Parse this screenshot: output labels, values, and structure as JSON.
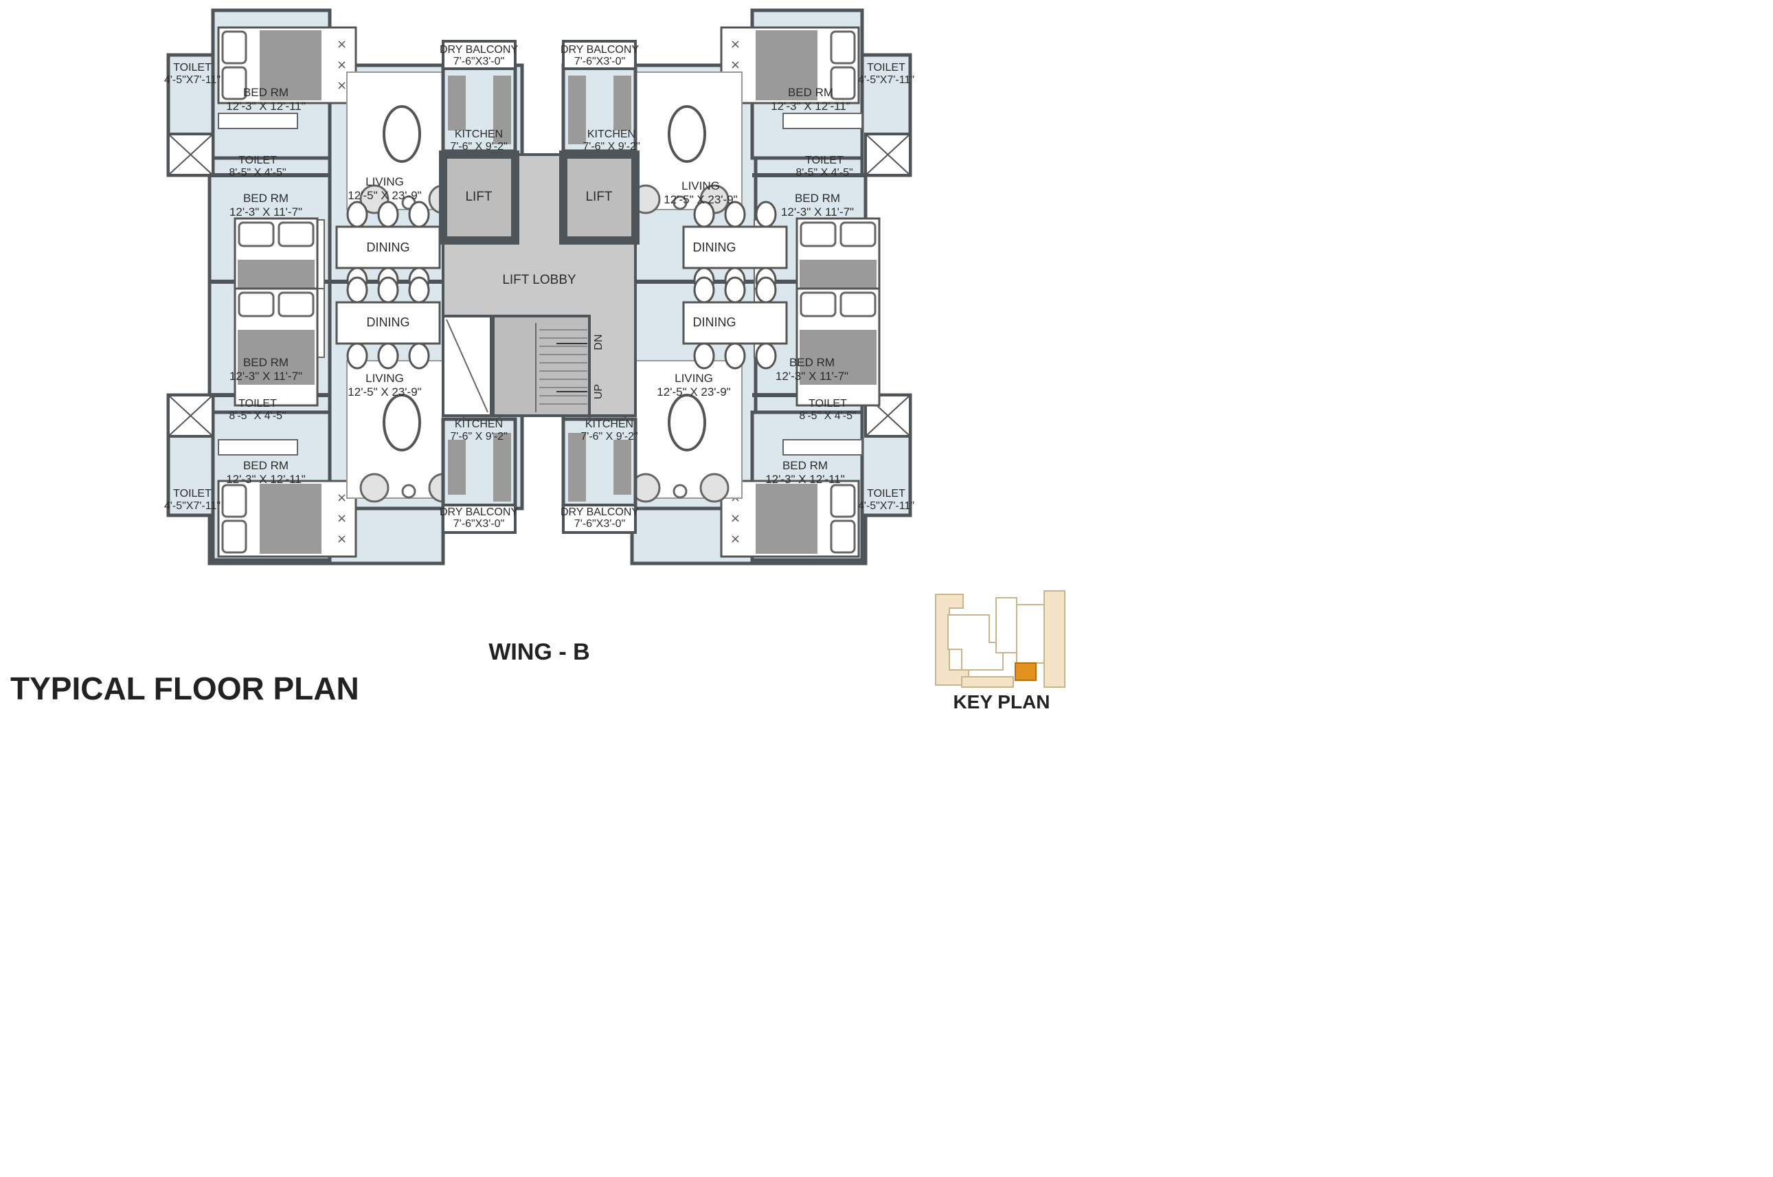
{
  "title": "TYPICAL FLOOR PLAN",
  "wing": "WING - B",
  "key_plan_label": "KEY PLAN",
  "colors": {
    "room_fill": "#dbe7ec",
    "wall": "#4f5459",
    "core_fill": "#c9c9c9",
    "lift_fill": "#bdbdbd",
    "furniture": "#ffffff",
    "key_highlight": "#e3921e",
    "key_fill": "#f3e3c7"
  },
  "rooms": {
    "bed": "BED RM",
    "bed_large_dim": "12'-3\" X 12'-11\"",
    "bed_small_dim": "12'-3\" X 11'-7\"",
    "toilet": "TOILET",
    "toilet_big_dim": "4'-5\"X7'-11\"",
    "toilet_small_dim": "8'-5\" X 4'-5\"",
    "living": "LIVING",
    "living_dim": "12'-5\" X 23'-9\"",
    "dining": "DINING",
    "kitchen": "KITCHEN",
    "kitchen_dim": "7'-6\" X 9'-2\"",
    "dry_balcony": "DRY BALCONY",
    "dry_balcony_dim": "7'-6\"X3'-0\"",
    "lift": "LIFT",
    "lift_lobby": "LIFT LOBBY",
    "stair_dn": "DN",
    "stair_up": "UP"
  }
}
